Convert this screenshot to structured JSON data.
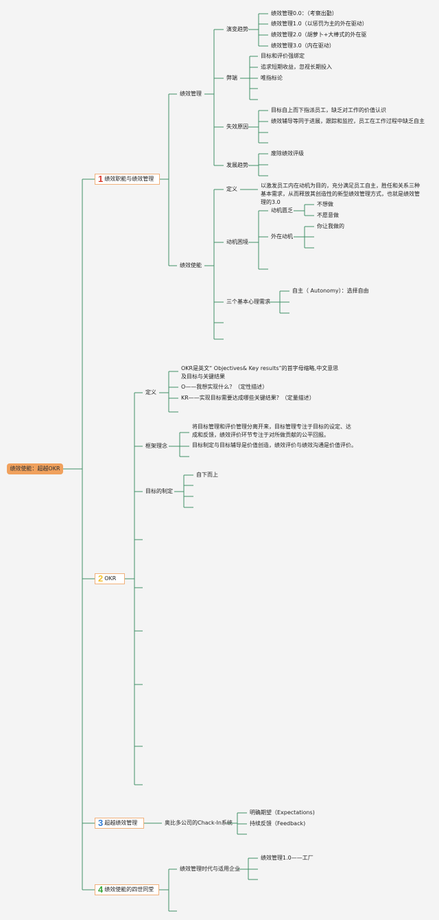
{
  "root": "绩效使能：超越OKR",
  "colors": {
    "line": "#3f8f66",
    "root_fill": "#f0a15d",
    "box_border": "#f0b07a",
    "num1": "#d9382c",
    "num2": "#f2c230",
    "num3": "#2f7bd4",
    "num4": "#3aa63a"
  },
  "branches": [
    {
      "num": "1",
      "label": "绩效职能与绩效管理"
    },
    {
      "num": "2",
      "label": "OKR"
    },
    {
      "num": "3",
      "label": "超越绩效管理"
    },
    {
      "num": "4",
      "label": "绩效使能的四世同堂"
    }
  ],
  "b1": {
    "mgmt": "绩效管理",
    "trend": "演变趋势",
    "trend_items": [
      "绩效管理0.0：（考察出勤）",
      "绩效管理1.0（以惩罚为主的外在驱动）",
      "绩效管理2.0（胡萝卜+大棒式的外在驱",
      "绩效管理3.0（内在驱动）"
    ],
    "flaws": "弊端",
    "flaw_items": [
      "目标和评价强绑定",
      "追求短期收益，忽视长期投入",
      "唯指标论"
    ],
    "failure": "失效原因",
    "failure_items": [
      "目标自上而下指派员工，缺乏对工作的价值认识",
      "绩效辅导等同于进展，跟踪和监控，员工在工作过程中缺乏自主"
    ],
    "dev": "发展趋势",
    "dev_items": [
      "废除绩效评级"
    ],
    "enable": "绩效使能",
    "def": "定义",
    "def_text": "以激发员工内在动机为目的，充分满足员工自主，胜任和关系三种基本需求，从而释放其创造性的新型绩效管理方式，也就是绩效管理的3.0",
    "motiv": "动机困境",
    "lack": "动机匮乏",
    "lack_items": [
      "不想做",
      "不愿意做"
    ],
    "extr": "外在动机",
    "extr_items": [
      "你让我做的"
    ],
    "needs": "三个基本心理需求",
    "needs_items": [
      "自主（ Autonomy）：选择自由"
    ]
  },
  "b2": {
    "def": "定义",
    "def_items": [
      "OKR是英文“ Objectives& Key results”的首字母缩略,中文意思及目标与关键结果",
      "O——我想实现什么？（定性描述）",
      "KR——实现目标需要达成哪些关键结果？（定量描述）"
    ],
    "frame": "框架理念",
    "frame_items": [
      "将目标管理和评价管理分离开来，目标管理专注于目标的设定、达成和反馈，绩效评价环节专注于对所做贡献的公平回报。",
      "目标制定与目标辅导是价值创造，绩效评价与绩效沟通是价值评价。"
    ],
    "setting": "目标的制定",
    "setting_items": [
      "自下而上"
    ]
  },
  "b3": {
    "case": "奥比多公司的Chack-In系统",
    "case_items": [
      "明确期望（Expectations)",
      "持续反馈（Feedback)"
    ]
  },
  "b4": {
    "era": "绩效管理时代与适用企业",
    "era_items": [
      "绩效管理1.0——工厂"
    ]
  }
}
